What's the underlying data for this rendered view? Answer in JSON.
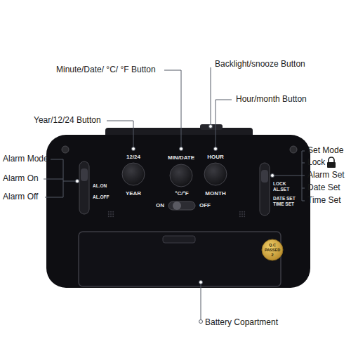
{
  "diagram": {
    "labels": [
      "Minute/Date/ °C/ °F Button",
      "Backlight/snooze Button",
      "Year/12/24 Button",
      "Hour/month Button",
      "Alarm Mode",
      "Alarm On",
      "Alarm Off",
      "Set Mode",
      "Lock",
      "Alarm Set",
      "Date Set",
      "Time Set",
      "Battery Copartment",
      "12/24",
      "MIN/DATE",
      "HOUR",
      "YEAR",
      "MONTH",
      "°C/°F",
      "ON",
      "OFF",
      "AL.ON",
      "AL.OFF",
      "LOCK",
      "AL.SET",
      "DATE SET",
      "TIME SET",
      "Q.C",
      "PASSED",
      "2"
    ]
  }
}
